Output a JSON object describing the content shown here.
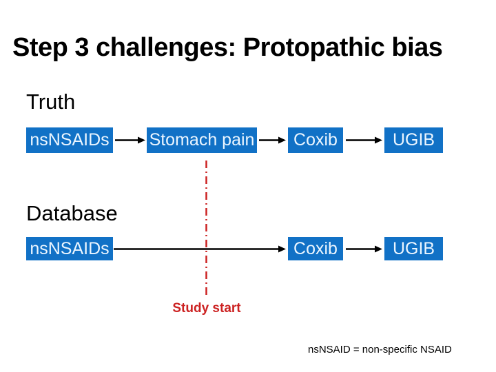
{
  "slide": {
    "title": "Step 3 challenges: Protopathic bias",
    "truth": {
      "label": "Truth",
      "boxes": {
        "nsnsaids": "nsNSAIDs",
        "stomach_pain": "Stomach pain",
        "coxib": "Coxib",
        "ugib": "UGIB"
      }
    },
    "database": {
      "label": "Database",
      "boxes": {
        "nsnsaids": "nsNSAIDs",
        "coxib": "Coxib",
        "ugib": "UGIB"
      }
    },
    "timeline": {
      "study_start_label": "Study start"
    },
    "footnote": "nsNSAID = non-specific NSAID",
    "colors": {
      "bg": "#FFFFFF",
      "box_blue": "#1171C6",
      "box_text": "#EAF5FF",
      "accent_red": "#CC2222",
      "arrow_black": "#000000",
      "text_black": "#000000"
    }
  }
}
